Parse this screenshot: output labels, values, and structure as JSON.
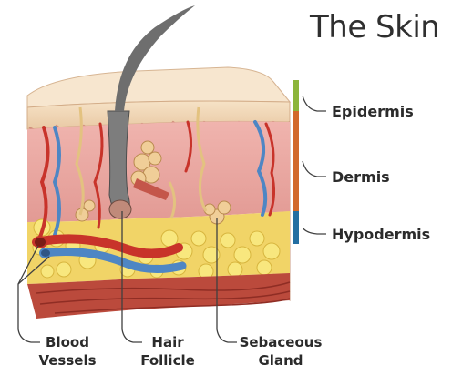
{
  "title": "The Skin",
  "layers": [
    {
      "label": "Epidermis",
      "color": "#8cb53a"
    },
    {
      "label": "Dermis",
      "color": "#d2692a"
    },
    {
      "label": "Hypodermis",
      "color": "#236ea2"
    }
  ],
  "structures": [
    {
      "line1": "Blood",
      "line2": "Vessels"
    },
    {
      "line1": "Hair",
      "line2": "Follicle"
    },
    {
      "line1": "Sebaceous",
      "line2": "Gland"
    }
  ],
  "colors": {
    "epidermis_skin": "#f2d5b4",
    "dermis_skin": "#eaa5a0",
    "fat": "#f4de62",
    "muscle": "#b53f32",
    "artery": "#c8332a",
    "vein": "#4e86c4",
    "hair": "#5d5d5d",
    "leader": "#404040"
  }
}
